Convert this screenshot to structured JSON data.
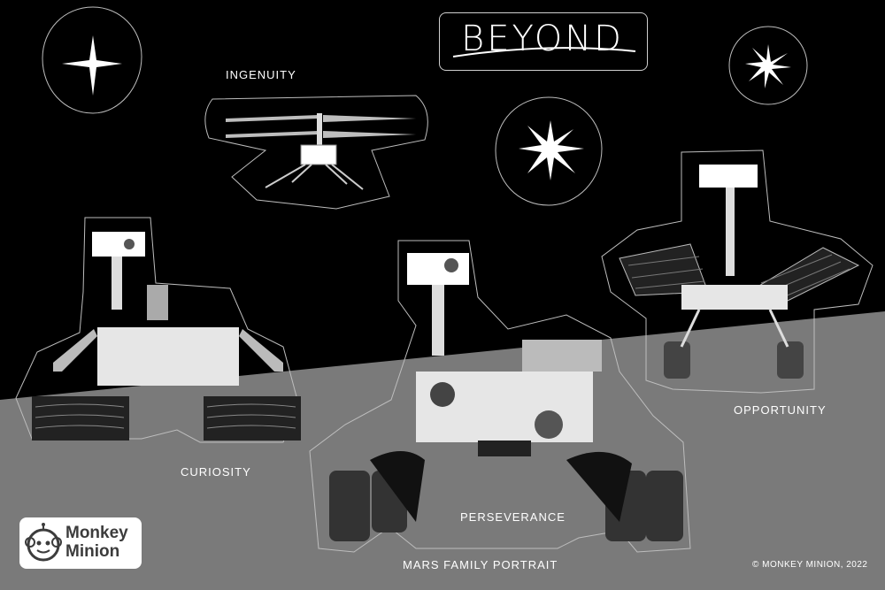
{
  "brand": {
    "title": "BEYOND"
  },
  "labels": {
    "ingenuity": "INGENUITY",
    "curiosity": "CURIOSITY",
    "perseverance": "PERSEVERANCE",
    "opportunity": "OPPORTUNITY",
    "portrait": "MARS FAMILY PORTRAIT"
  },
  "logo": {
    "line1": "Monkey",
    "line2": "Minion"
  },
  "copyright": "© MONKEY MINION, 2022",
  "colors": {
    "sky": "#000000",
    "ground": "#7a7a7a",
    "outline": "#d9d9d9",
    "ink": "#ffffff"
  }
}
